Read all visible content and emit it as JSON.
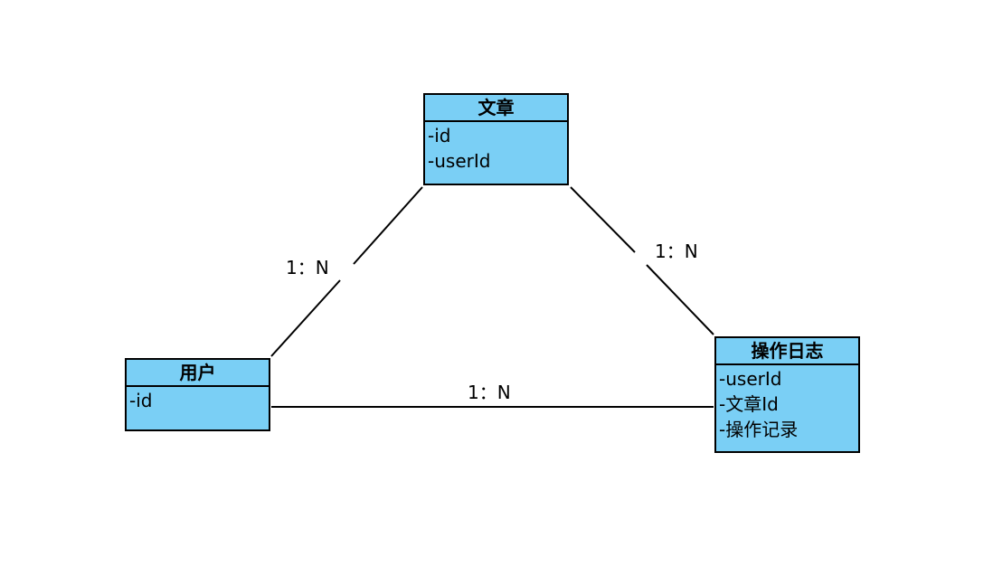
{
  "entities": [
    {
      "title": "文章",
      "attributes": [
        "-id",
        "-userId"
      ]
    },
    {
      "title": "用户",
      "attributes": [
        "-id"
      ]
    },
    {
      "title": "操作日志",
      "attributes": [
        "-userId",
        "-文章Id",
        "-操作记录"
      ]
    }
  ],
  "relations": [
    {
      "label": "1：N"
    },
    {
      "label": "1：N"
    },
    {
      "label": "1：N"
    }
  ],
  "colors": {
    "entity_fill": "#7ACFF5",
    "border": "#000000",
    "background": "#FFFFFF"
  }
}
